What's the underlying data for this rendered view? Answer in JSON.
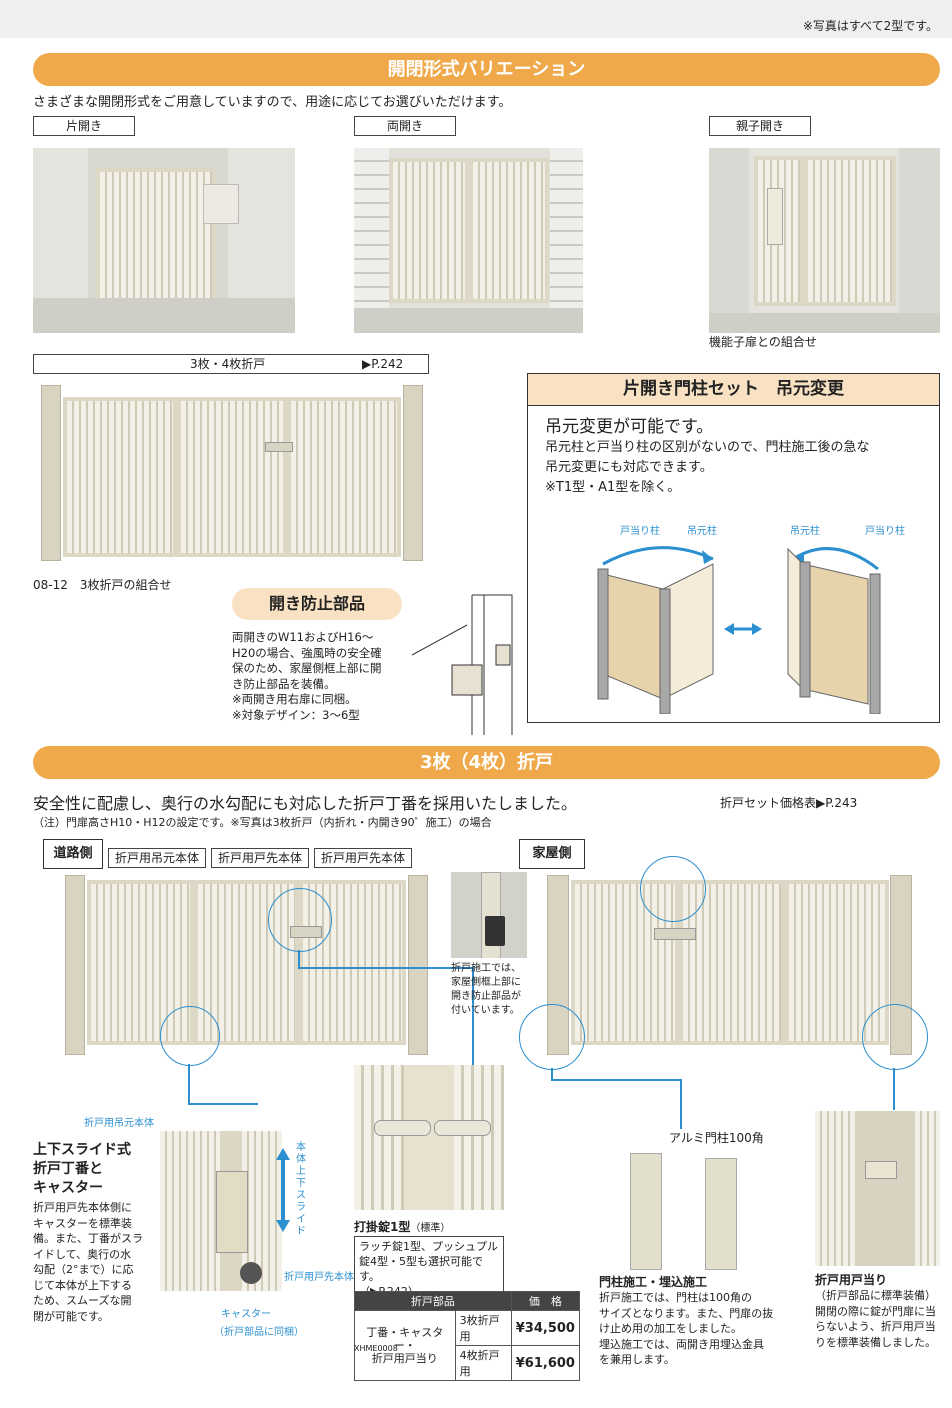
{
  "header_note": "※写真はすべて2型です。",
  "section1": {
    "banner": "開閉形式バリエーション",
    "intro": "さまざまな開閉形式をご用意していますので、用途に応じてお選びいただけます。",
    "types": [
      "片開き",
      "両開き",
      "親子開き"
    ],
    "oyako_caption": "機能子扉との組合せ",
    "folding_label": "3枚・4枚折戸",
    "folding_ref": "▶P.242",
    "folding_caption": "08-12　3枚折戸の組合せ"
  },
  "stopper": {
    "title": "開き防止部品",
    "lines": [
      "両開きのW11およびH16～",
      "H20の場合、強風時の安全確",
      "保のため、家屋側框上部に開",
      "き防止部品を装備。",
      "※両開き用右扉に同梱。",
      "※対象デザイン：3～6型"
    ]
  },
  "hinge_set": {
    "title": "片開き門柱セット　吊元変更",
    "lead": "吊元変更が可能です。",
    "lines": [
      "吊元柱と戸当り柱の区別がないので、門柱施工後の急な",
      "吊元変更にも対応できます。",
      "※T1型・A1型を除く。"
    ],
    "labels": [
      "戸当り柱",
      "吊元柱",
      "吊元柱",
      "戸当り柱"
    ]
  },
  "section2": {
    "banner": "3枚（4枚）折戸",
    "headline": "安全性に配慮し、奥行の水勾配にも対応した折戸丁番を採用いたしました。",
    "headline_ref": "折戸セット価格表▶P.243",
    "note": "（注）門扉高さH10・H12の設定です。※写真は3枚折戸（内折れ・内開き90゜施工）の場合",
    "road_side": "道路側",
    "house_side": "家屋側",
    "part_labels": [
      "折戸用吊元本体",
      "折戸用戸先本体",
      "折戸用戸先本体"
    ],
    "house_note": [
      "折戸施工では、",
      "家屋側框上部に",
      "開き防止部品が",
      "付いています。"
    ]
  },
  "slide": {
    "small_label": "折戸用吊元本体",
    "title": [
      "上下スライド式",
      "折戸丁番と",
      "キャスター"
    ],
    "lines": [
      "折戸用戸先本体側に",
      "キャスターを標準装",
      "備。また、丁番がスラ",
      "イドして、奥行の水",
      "勾配（2°まで）に応",
      "じて本体が上下する",
      "ため、スムーズな開",
      "閉が可能です。"
    ],
    "vertical_label": "本体上下スライド",
    "tosaki_label": "折戸用戸先本体",
    "caster_label": "キャスター",
    "caster_note": "（折戸部品に同梱）"
  },
  "lock": {
    "title": "打掛錠1型",
    "title_note": "（標準）",
    "lines": [
      "ラッチ錠1型、プッシュプル",
      "錠4型・5型も選択可能です。",
      "（▶P.242）"
    ]
  },
  "price_table": {
    "header": [
      "折戸部品",
      "価　格"
    ],
    "item": [
      "丁番・キャスター・",
      "折戸用戸当り"
    ],
    "rows": [
      {
        "label": "3枚折戸用",
        "price": "¥34,500"
      },
      {
        "label": "4枚折戸用",
        "price": "¥61,600"
      }
    ],
    "code": "XHME0008"
  },
  "column": {
    "label": "アルミ門柱100角",
    "title": "門柱施工・埋込施工",
    "lines": [
      "折戸施工では、門柱は100角の",
      "サイズとなります。また、門扉の抜",
      "け止め用の加工をしました。",
      "埋込施工では、両開き用埋込金具",
      "を兼用します。"
    ]
  },
  "doorstop": {
    "title": "折戸用戸当り",
    "lines": [
      "（折戸部品に標準装備）",
      "開閉の際に錠が門扉に当",
      "らないよう、折戸用戸当",
      "りを標準装備しました。"
    ]
  }
}
